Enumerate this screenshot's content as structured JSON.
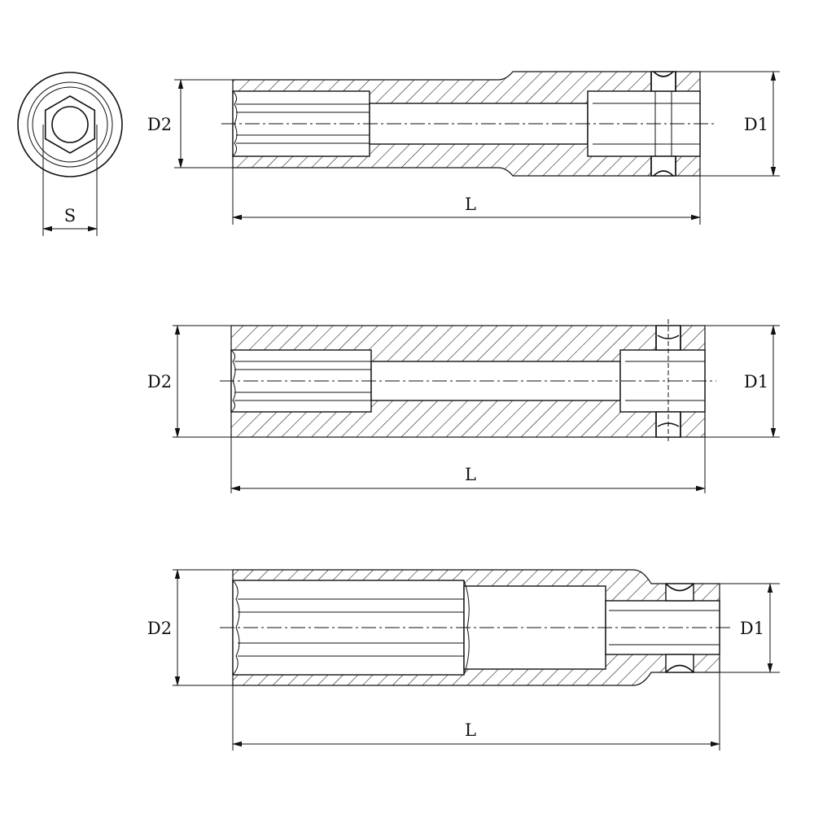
{
  "labels": {
    "s": "S",
    "d1": "D1",
    "d2": "D2",
    "l": "L"
  },
  "views": [
    {
      "name": "socket-view-1"
    },
    {
      "name": "socket-view-2"
    },
    {
      "name": "socket-view-3"
    }
  ]
}
